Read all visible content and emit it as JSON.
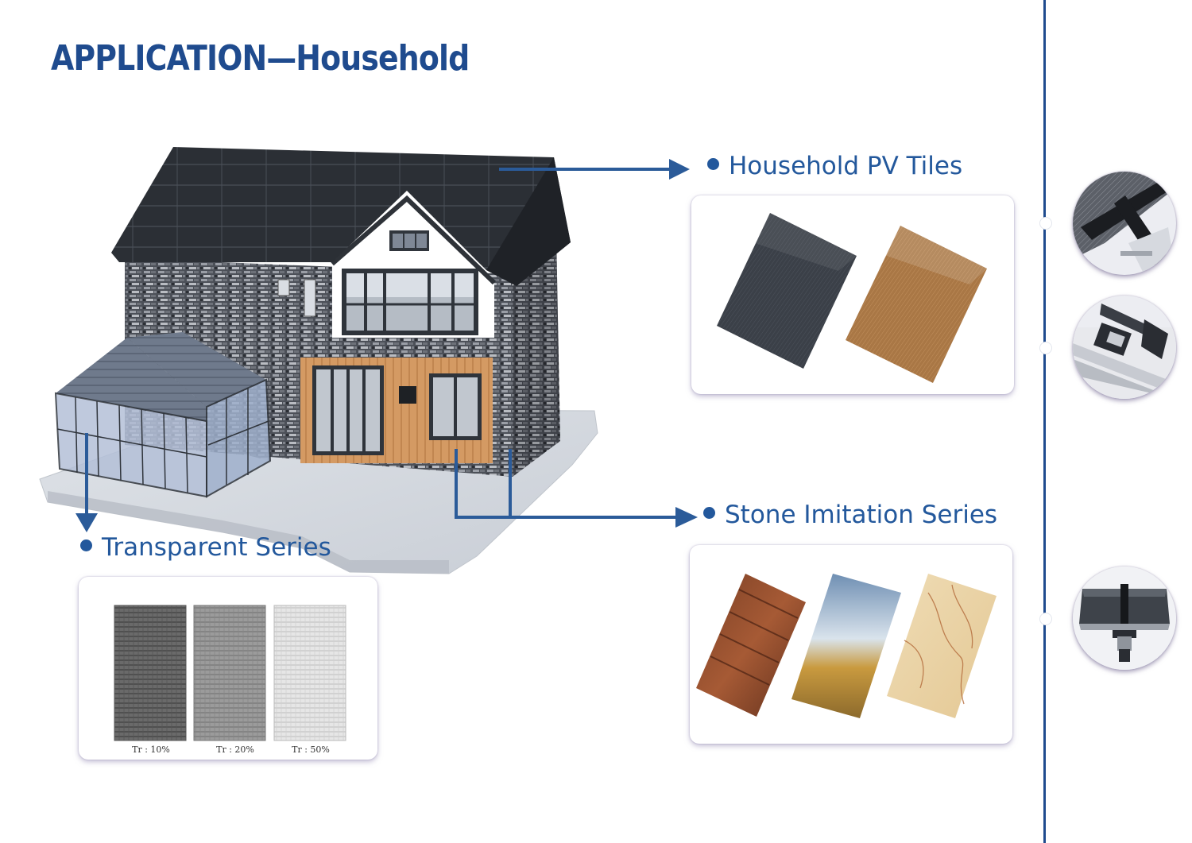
{
  "header": {
    "title": "APPLICATION—Household"
  },
  "sections": {
    "pv_tiles": {
      "label": "Household PV Tiles"
    },
    "stone": {
      "label": "Stone Imitation Series"
    },
    "transparent": {
      "label": "Transparent Series",
      "samples": [
        {
          "label": "Tr : 10%",
          "transmittance": 10
        },
        {
          "label": "Tr : 20%",
          "transmittance": 20
        },
        {
          "label": "Tr : 50%",
          "transmittance": 50
        }
      ]
    }
  },
  "colors": {
    "brand_blue": "#1f4b8e",
    "label_blue": "#23589c",
    "arrow_blue": "#2b5b99",
    "roof": "#2a2e33",
    "wood": "#d29862",
    "pv_dark": "#3a3f47",
    "pv_bronze": "#a97745"
  },
  "icons": {
    "house": "house-illustration-icon",
    "detail_1": "roof-joint-detail-icon",
    "detail_2": "mounting-clamp-detail-icon",
    "detail_3": "curtain-wall-profile-detail-icon"
  }
}
